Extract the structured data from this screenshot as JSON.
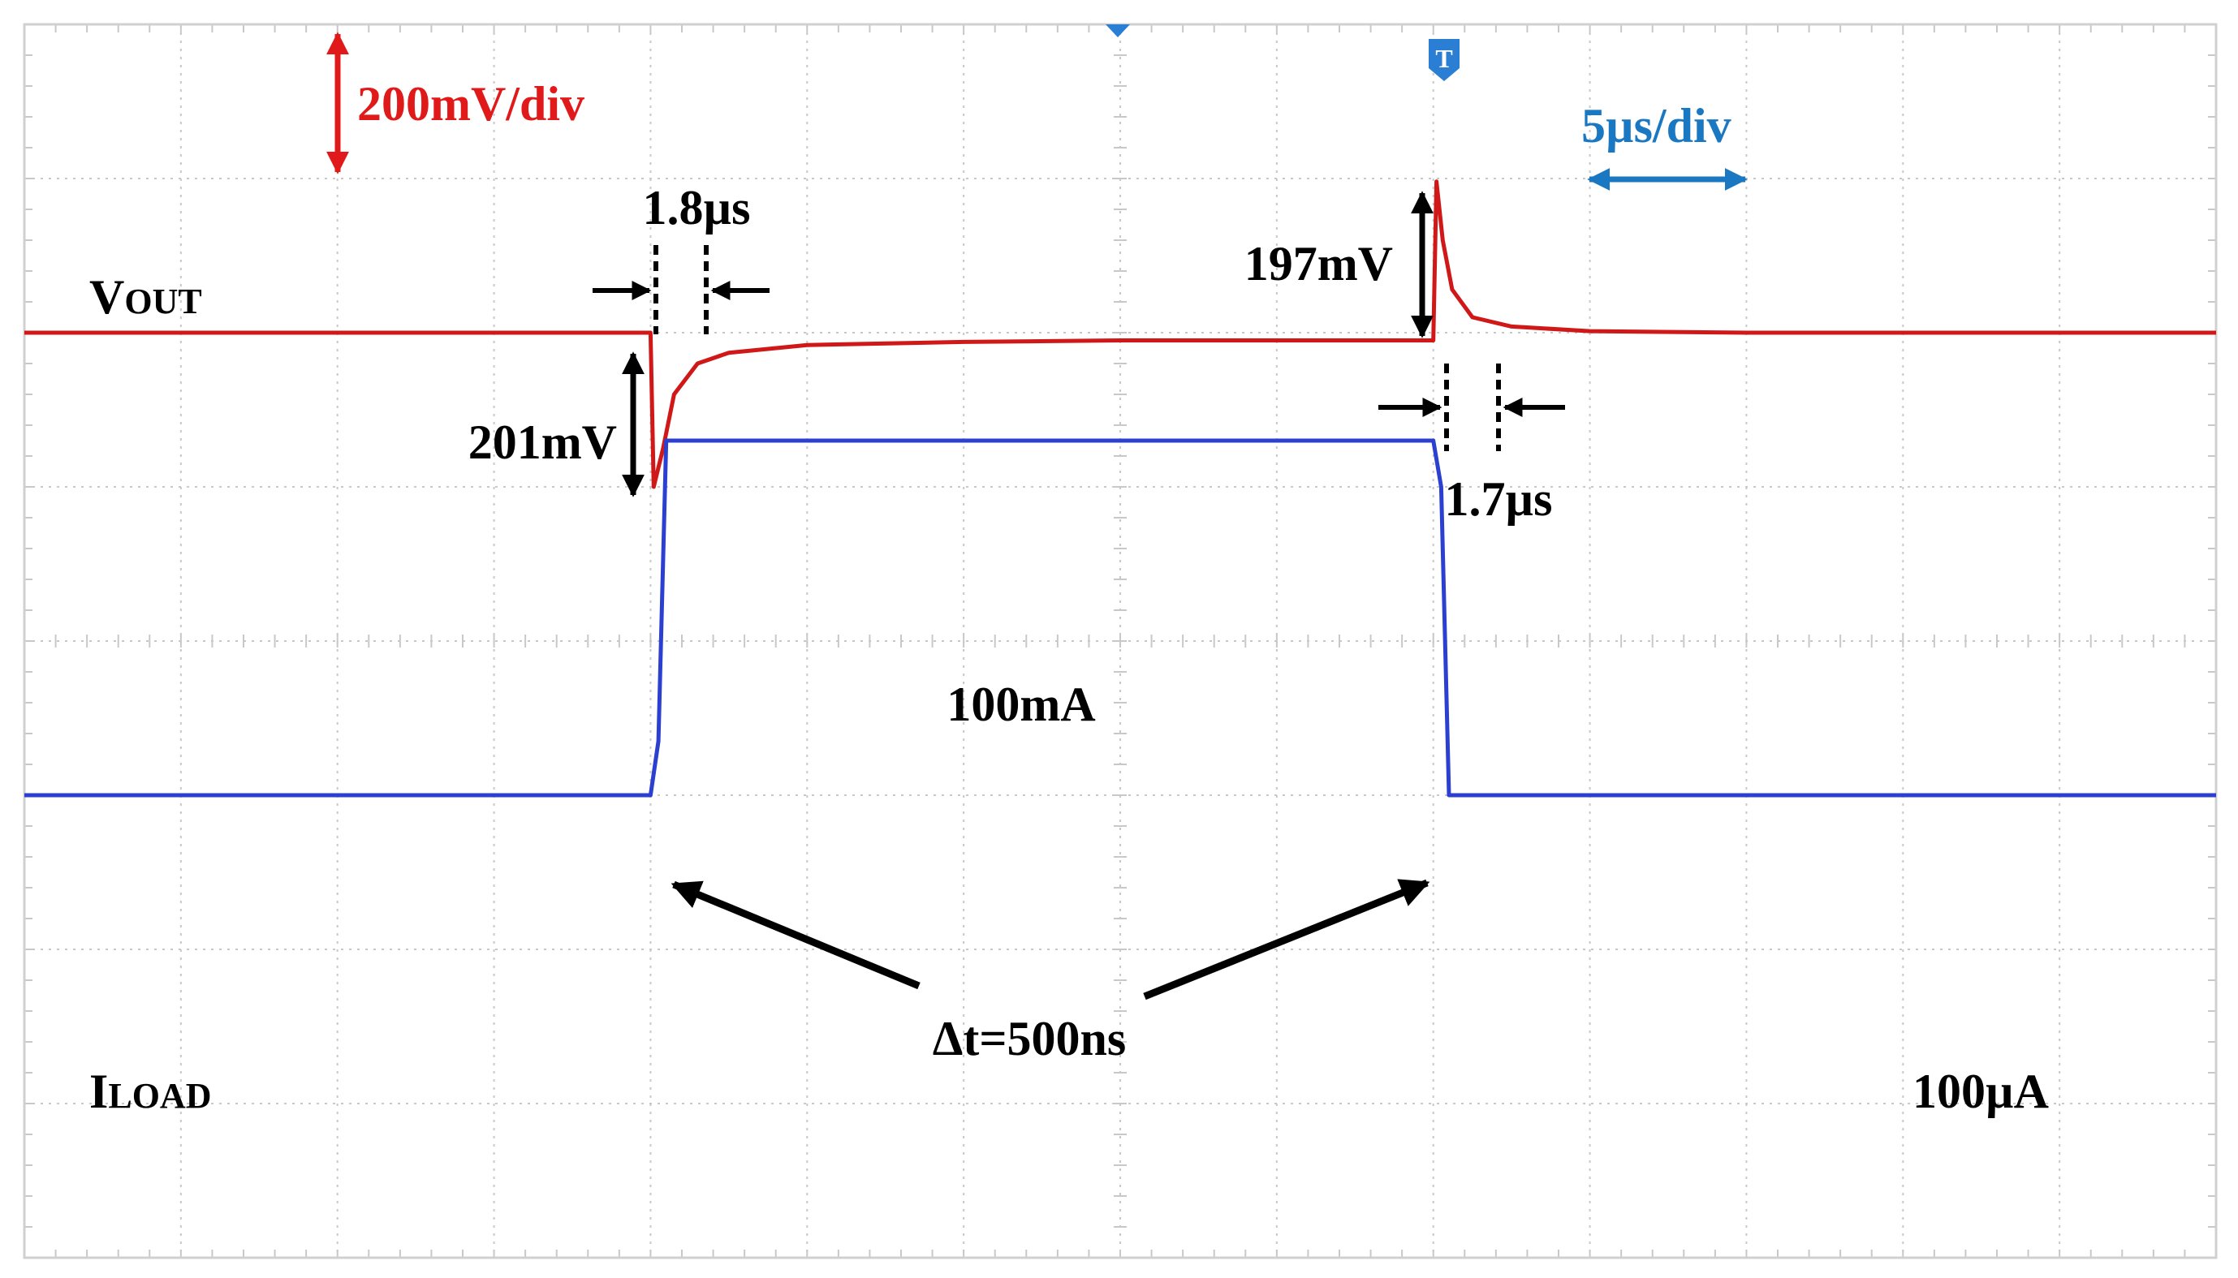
{
  "chart_data": {
    "type": "line",
    "title": "",
    "xlabel": "",
    "ylabel": "",
    "grid": true,
    "grid_divisions": {
      "x": 14,
      "y": 8
    },
    "x_scale": {
      "label": "5µs/div",
      "per_div_us": 5
    },
    "series": [
      {
        "name": "VOUT",
        "label_main": "V",
        "label_sub": "OUT",
        "color": "#d01818",
        "scale_label": "200mV/div",
        "points_div": [
          [
            0,
            2.0
          ],
          [
            4.0,
            2.0
          ],
          [
            4.02,
            3.0
          ],
          [
            4.08,
            2.75
          ],
          [
            4.15,
            2.4
          ],
          [
            4.3,
            2.2
          ],
          [
            4.5,
            2.13
          ],
          [
            5.0,
            2.08
          ],
          [
            6.0,
            2.06
          ],
          [
            7.0,
            2.05
          ],
          [
            9.0,
            2.05
          ],
          [
            9.02,
            1.02
          ],
          [
            9.06,
            1.4
          ],
          [
            9.12,
            1.72
          ],
          [
            9.25,
            1.9
          ],
          [
            9.5,
            1.96
          ],
          [
            10.0,
            1.99
          ],
          [
            11.0,
            2.0
          ],
          [
            14,
            2.0
          ]
        ]
      },
      {
        "name": "ILOAD",
        "label_main": "I",
        "label_sub": "LOAD",
        "color": "#2b3fd0",
        "points_div": [
          [
            0,
            5.0
          ],
          [
            4.0,
            5.0
          ],
          [
            4.05,
            4.65
          ],
          [
            4.1,
            2.7
          ],
          [
            9.0,
            2.7
          ],
          [
            9.05,
            3.0
          ],
          [
            9.1,
            5.0
          ],
          [
            14,
            5.0
          ]
        ]
      }
    ],
    "annotations": {
      "vscale": "200mV/div",
      "hscale": "5µs/div",
      "undershoot_time": "1.8µs",
      "undershoot_mag": "201mV",
      "overshoot_mag": "197mV",
      "overshoot_time": "1.7µs",
      "high_current": "100mA",
      "low_current": "100µA",
      "edge_time": "Δt=500ns"
    },
    "markers": {
      "trigger": "T"
    },
    "colors": {
      "vscale": "#e01a1a",
      "hscale": "#1a78c2",
      "arrows": "#000000",
      "grid": "#c8c8c8"
    }
  }
}
